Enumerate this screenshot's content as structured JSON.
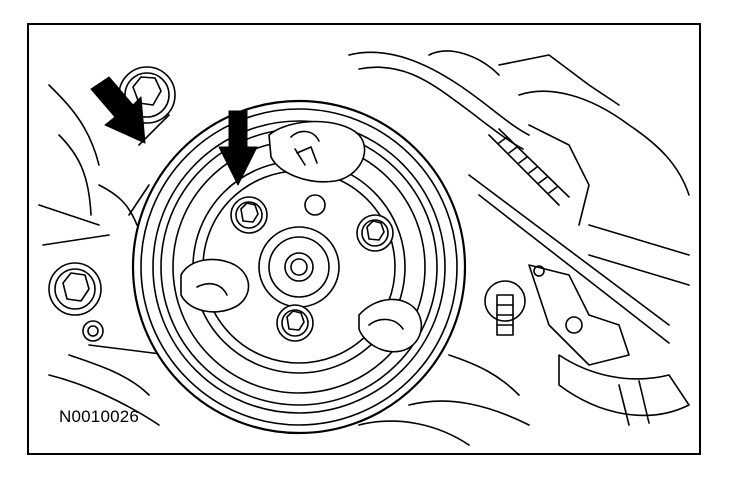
{
  "figure": {
    "id_label": "N0010026",
    "line_color": "#000000",
    "background_color": "#ffffff",
    "callouts": [
      {
        "name": "arrow-to-pulley-rim",
        "icon": "arrow-icon"
      },
      {
        "name": "arrow-to-pulley-bolt",
        "icon": "arrow-icon"
      }
    ]
  }
}
